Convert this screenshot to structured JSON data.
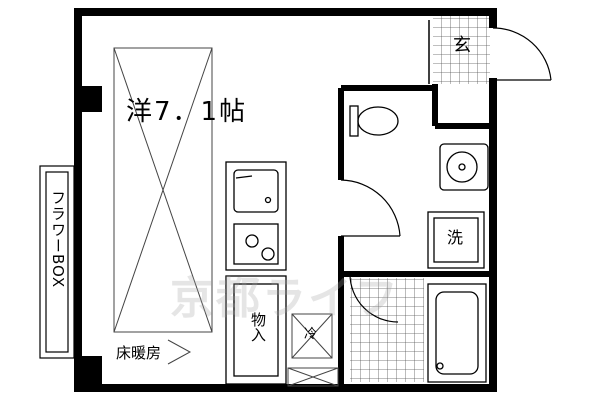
{
  "rooms": {
    "main": "洋7．1帖",
    "entrance": "玄",
    "washer": "洗",
    "storage": "物入",
    "fridge": "冷",
    "floor_heating": "床暖房",
    "flower_box": "フラワーBOX"
  },
  "watermark": "京都ライフ",
  "colors": {
    "wall": "#000000",
    "line": "#333333",
    "tile": "#555555"
  }
}
